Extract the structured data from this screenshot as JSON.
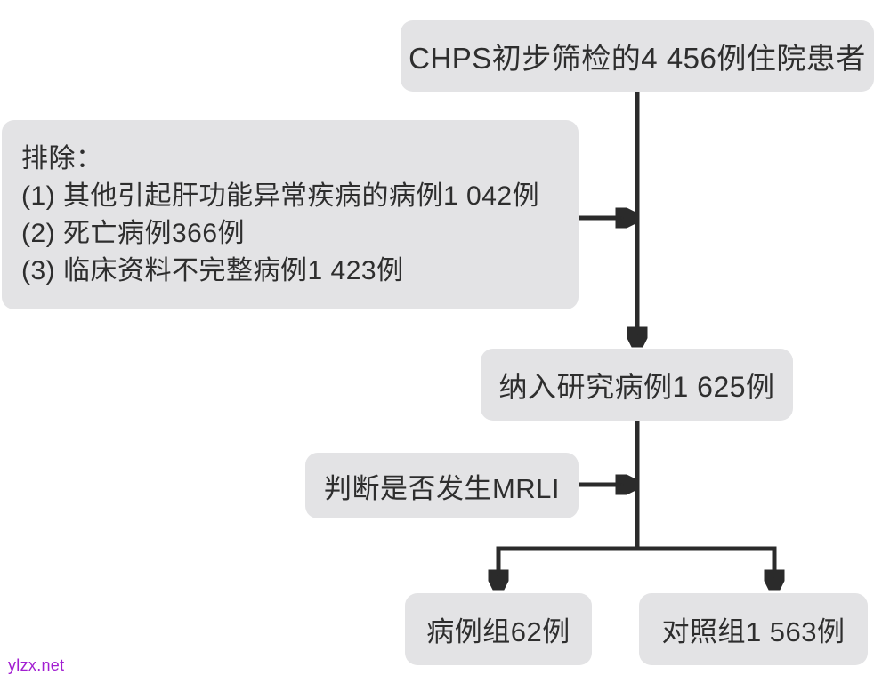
{
  "diagram": {
    "type": "flowchart",
    "nodes": {
      "top": {
        "label": "CHPS初步筛检的4 456例住院患者"
      },
      "exclusion": {
        "heading": "排除：",
        "items": [
          "(1) 其他引起肝功能异常疾病的病例1 042例",
          "(2) 死亡病例366例",
          "(3) 临床资料不完整病例1 423例"
        ]
      },
      "included": {
        "label": "纳入研究病例1 625例"
      },
      "judge": {
        "label": "判断是否发生MRLI"
      },
      "case_group": {
        "label": "病例组62例"
      },
      "control_group": {
        "label": "对照组1 563例"
      }
    },
    "colors": {
      "box_fill": "#e3e3e5",
      "text": "#2e2e2e",
      "line": "#2b2b2b",
      "watermark": "#a21fd1"
    },
    "watermark": "ylzx.net"
  }
}
